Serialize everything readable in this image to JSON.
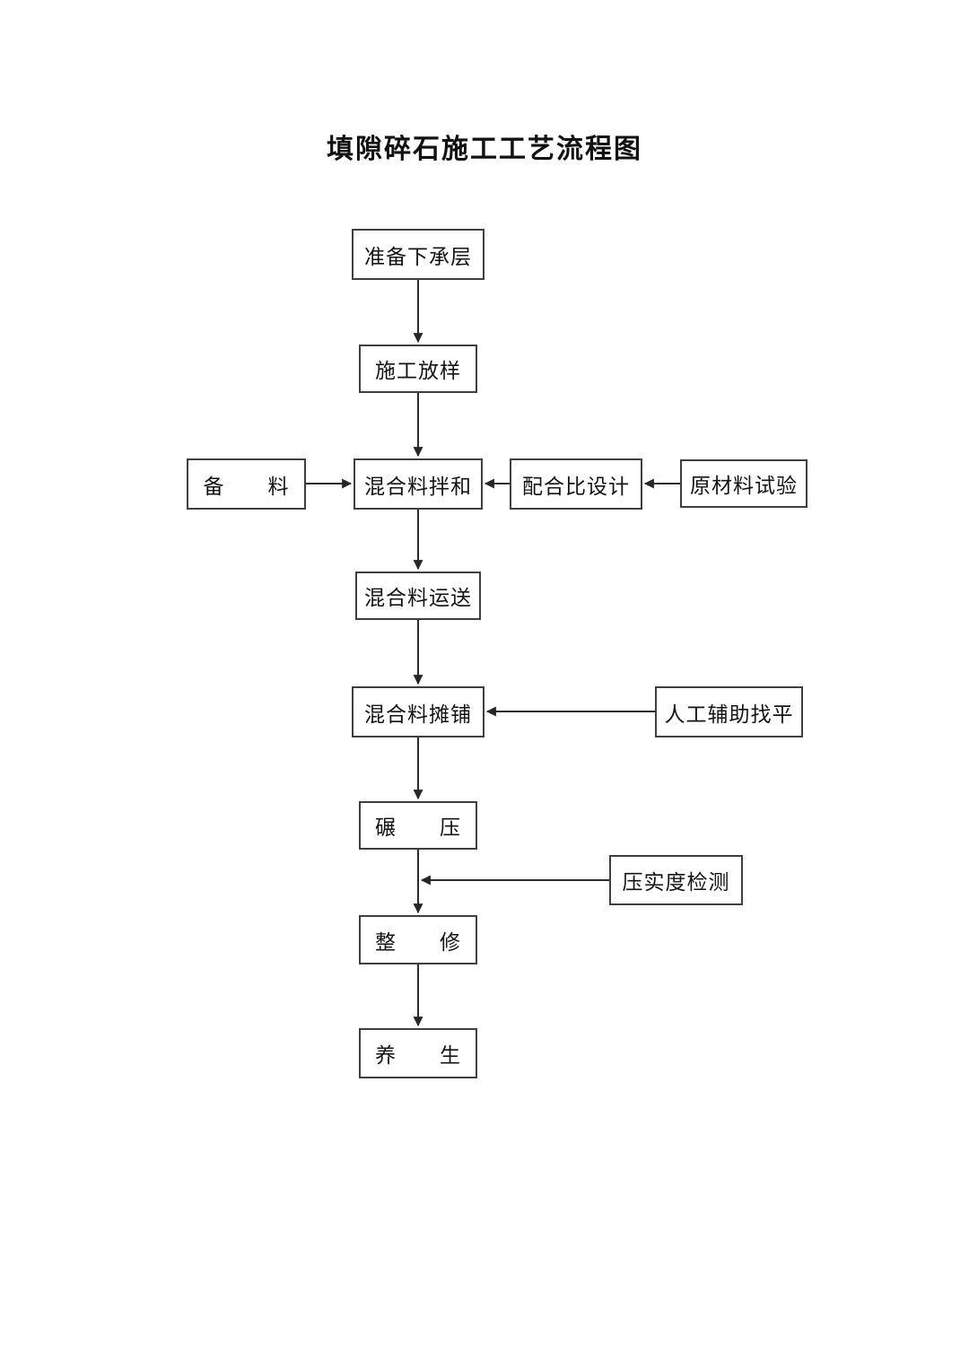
{
  "page": {
    "title": "填隙碎石施工工艺流程图",
    "background_color": "#ffffff",
    "text_color": "#141414",
    "box_border_color": "#3f3f3f",
    "line_color": "#2c2c2c"
  },
  "flowchart": {
    "nodes": [
      {
        "id": "prepare-subbase",
        "label": "准备下承层"
      },
      {
        "id": "construction-layout",
        "label": "施工放样"
      },
      {
        "id": "material-preparation",
        "label": "备　　料"
      },
      {
        "id": "mixture-mixing",
        "label": "混合料拌和"
      },
      {
        "id": "mix-ratio-design",
        "label": "配合比设计"
      },
      {
        "id": "raw-material-test",
        "label": "原材料试验"
      },
      {
        "id": "mixture-transport",
        "label": "混合料运送"
      },
      {
        "id": "mixture-paving",
        "label": "混合料摊铺"
      },
      {
        "id": "manual-leveling",
        "label": "人工辅助找平"
      },
      {
        "id": "rolling",
        "label": "碾　　压"
      },
      {
        "id": "compaction-test",
        "label": "压实度检测"
      },
      {
        "id": "finishing",
        "label": "整　　修"
      },
      {
        "id": "curing",
        "label": "养　　生"
      }
    ],
    "edges": [
      {
        "from": "prepare-subbase",
        "to": "construction-layout"
      },
      {
        "from": "construction-layout",
        "to": "mixture-mixing"
      },
      {
        "from": "material-preparation",
        "to": "mixture-mixing"
      },
      {
        "from": "mix-ratio-design",
        "to": "mixture-mixing"
      },
      {
        "from": "raw-material-test",
        "to": "mix-ratio-design"
      },
      {
        "from": "mixture-mixing",
        "to": "mixture-transport"
      },
      {
        "from": "mixture-transport",
        "to": "mixture-paving"
      },
      {
        "from": "manual-leveling",
        "to": "mixture-paving"
      },
      {
        "from": "mixture-paving",
        "to": "rolling"
      },
      {
        "from": "rolling",
        "to": "finishing"
      },
      {
        "from": "compaction-test",
        "to": "rolling-finishing-connector"
      },
      {
        "from": "finishing",
        "to": "curing"
      }
    ]
  }
}
